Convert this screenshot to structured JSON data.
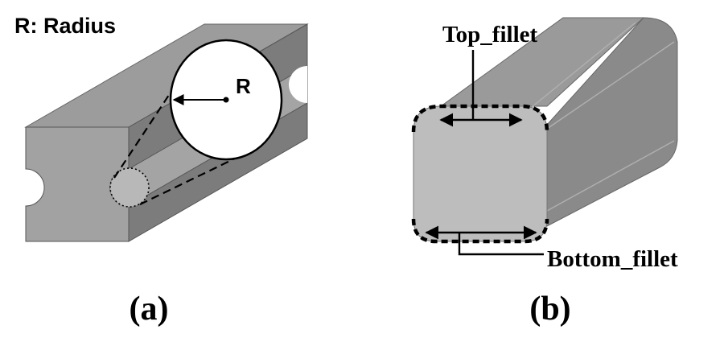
{
  "panel_a": {
    "legend_text": "R: Radius",
    "radius_label": "R",
    "caption": "(a)"
  },
  "panel_b": {
    "top_label": "Top_fillet",
    "bottom_label": "Bottom_fillet",
    "caption": "(b)"
  }
}
